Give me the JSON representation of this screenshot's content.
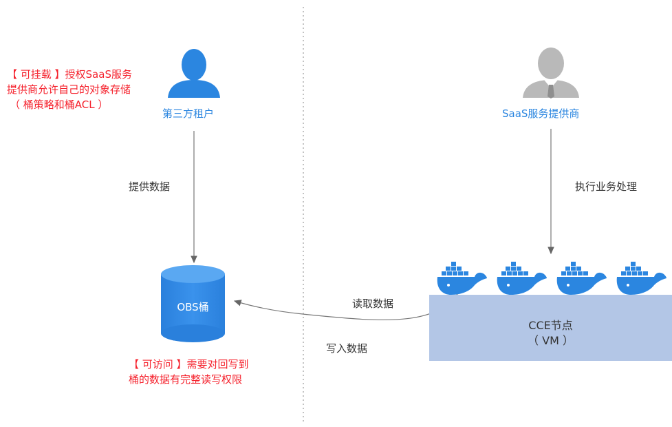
{
  "left": {
    "note_top_lines": [
      "【 可挂载 】授权SaaS服务",
      "提供商允许自己的对象存储",
      "（ 桶策略和桶ACL ）"
    ],
    "tenant_label": "第三方租户",
    "provide_data_label": "提供数据",
    "bucket_label": "OBS桶",
    "note_bottom_lines": [
      "【 可访问 】需要对回写到",
      "桶的数据有完整读写权限"
    ]
  },
  "right": {
    "provider_label": "SaaS服务提供商",
    "exec_label": "执行业务处理",
    "node_label_line1": "CCE节点",
    "node_label_line2": "（ VM ）"
  },
  "middle": {
    "read_label": "读取数据",
    "write_label": "写入数据"
  },
  "colors": {
    "tenant_icon": "#2b86e0",
    "provider_icon": "#b9b9b9",
    "bucket": "#2b86e0",
    "node_box": "#b3c6e6",
    "docker": "#2b86e0",
    "note_red": "#f5222d"
  }
}
